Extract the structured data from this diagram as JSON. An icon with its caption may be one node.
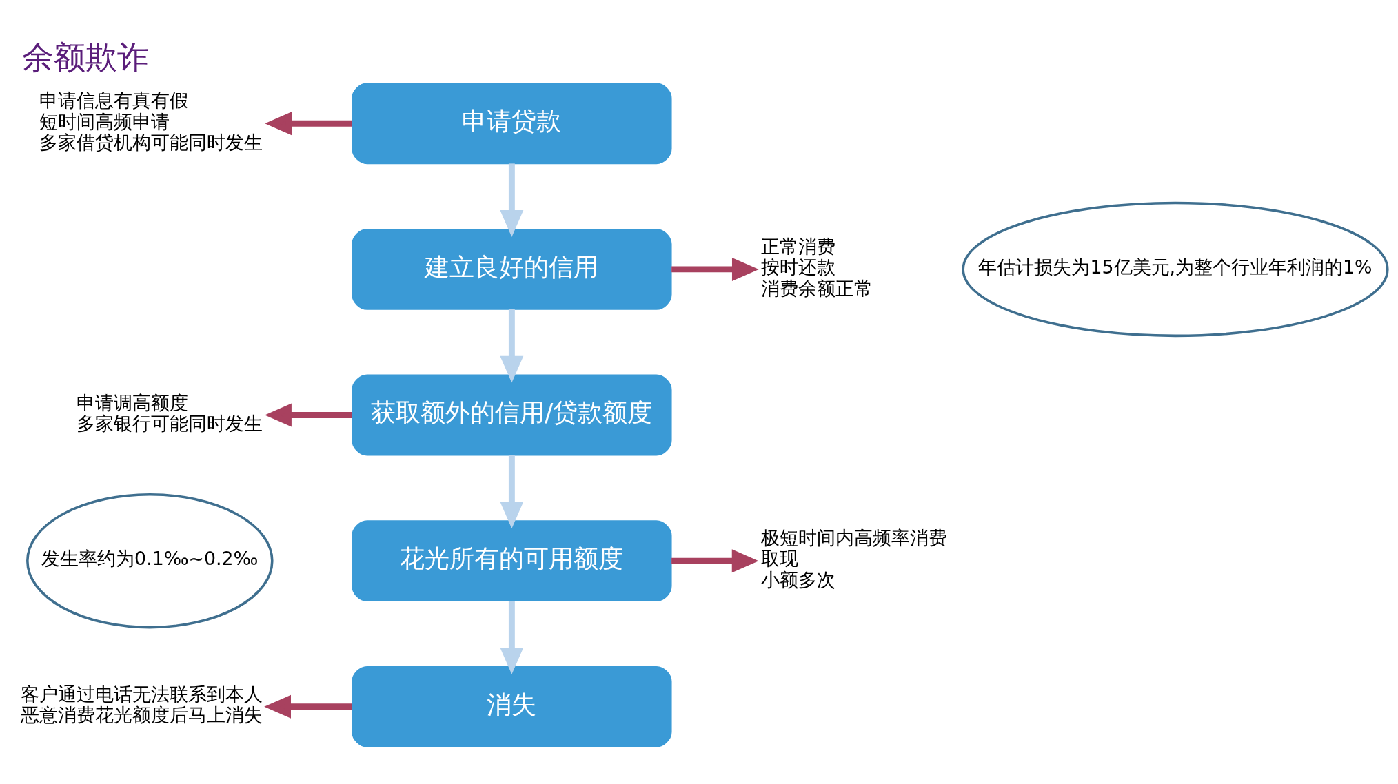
{
  "diagram": {
    "title": "余额欺诈",
    "nodes": [
      {
        "text": [
          "申请贷款"
        ]
      },
      {
        "text": [
          "建立良好的信用"
        ]
      },
      {
        "text": [
          "获取额外的信用/贷款额度"
        ]
      },
      {
        "text": [
          "花光所有的可用额度"
        ]
      },
      {
        "text": [
          "消失"
        ]
      },
      {
        "text": [
          "申请信息有真有假",
          "短时间高频申请",
          "多家借贷机构可能同时发生"
        ]
      },
      {
        "text": [
          "正常消费",
          "按时还款",
          "消费余额正常"
        ]
      },
      {
        "text": [
          "申请调高额度",
          "多家银行可能同时发生"
        ]
      },
      {
        "text": [
          "极短时间内高频率消费",
          "取现",
          "小额多次"
        ]
      },
      {
        "text": [
          "客户通过电话无法联系到本人",
          "恶意消费花光额度后马上消失"
        ]
      },
      {
        "text": [
          "年估计损失为15亿美元,为整个行业年利润的1%"
        ]
      },
      {
        "text": [
          "发生率约为0.1‰~0.2‰"
        ]
      }
    ],
    "edges": [
      {
        "from": 0,
        "to": 1,
        "arrow": "to",
        "color": "#b9d3ec"
      },
      {
        "from": 1,
        "to": 2,
        "arrow": "to",
        "color": "#b9d3ec"
      },
      {
        "from": 2,
        "to": 3,
        "arrow": "to",
        "color": "#b9d3ec"
      },
      {
        "from": 3,
        "to": 4,
        "arrow": "to",
        "color": "#b9d3ec"
      },
      {
        "from": 0,
        "to": 5,
        "arrow": "to"
      },
      {
        "from": 1,
        "to": 6,
        "arrow": "to"
      },
      {
        "from": 2,
        "to": 7,
        "arrow": "to"
      },
      {
        "from": 3,
        "to": 8,
        "arrow": "to"
      },
      {
        "from": 4,
        "to": 9,
        "arrow": "to"
      }
    ]
  }
}
